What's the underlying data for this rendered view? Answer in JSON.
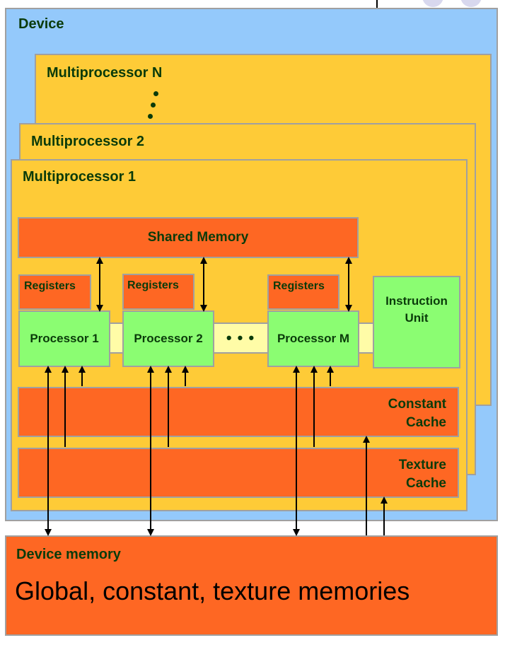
{
  "diagram": {
    "device": {
      "label": "Device"
    },
    "multiprocessors": [
      {
        "label": "Multiprocessor N"
      },
      {
        "label": "Multiprocessor 2"
      },
      {
        "label": "Multiprocessor 1"
      }
    ],
    "ellipsis_vertical": "⋮",
    "shared_memory": {
      "label": "Shared Memory"
    },
    "registers": [
      {
        "label": "Registers"
      },
      {
        "label": "Registers"
      },
      {
        "label": "Registers"
      }
    ],
    "processors": [
      {
        "label": "Processor 1"
      },
      {
        "label": "Processor 2"
      },
      {
        "label": "Processor M"
      }
    ],
    "processor_ellipsis": "• • •",
    "instruction_unit": {
      "line1": "Instruction",
      "line2": "Unit"
    },
    "constant_cache": {
      "line1": "Constant",
      "line2": "Cache"
    },
    "texture_cache": {
      "line1": "Texture",
      "line2": "Cache"
    },
    "device_memory": {
      "label": "Device memory",
      "description": "Global, constant, texture memories"
    },
    "colors": {
      "device": "#94c9fb",
      "multiprocessor": "#fecb37",
      "memory": "#fe6723",
      "processor": "#8bfd72",
      "interconnect": "#fffca7",
      "label_text": "#0a3b0a"
    }
  }
}
